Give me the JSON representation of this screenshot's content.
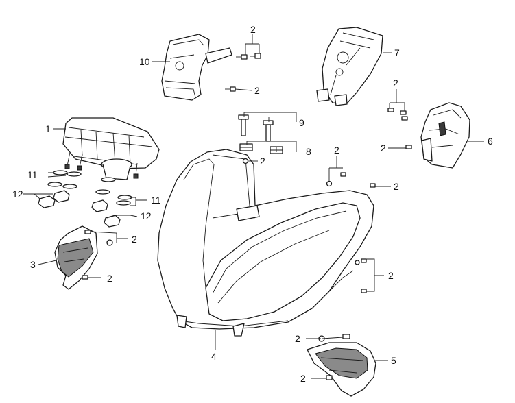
{
  "diagram": {
    "callouts": {
      "c1": "1",
      "c2_top": "2",
      "c2_arm10": "2",
      "c7": "7",
      "c9": "9",
      "c2_bracket6_top": "2",
      "c6": "6",
      "c2_bracket6_side": "2",
      "c8": "8",
      "c2_center": "2",
      "c2_right_top": "2",
      "c2_right_side": "2",
      "c11_left": "11",
      "c12_left": "12",
      "c11_right": "11",
      "c12_right": "12",
      "c3": "3",
      "c2_bracket3_top": "2",
      "c2_bracket3_bottom": "2",
      "c2_lower_right": "2",
      "c4": "4",
      "c2_bracket5_top": "2",
      "c5": "5",
      "c2_bracket5_bottom": "2",
      "c10": "10"
    }
  }
}
